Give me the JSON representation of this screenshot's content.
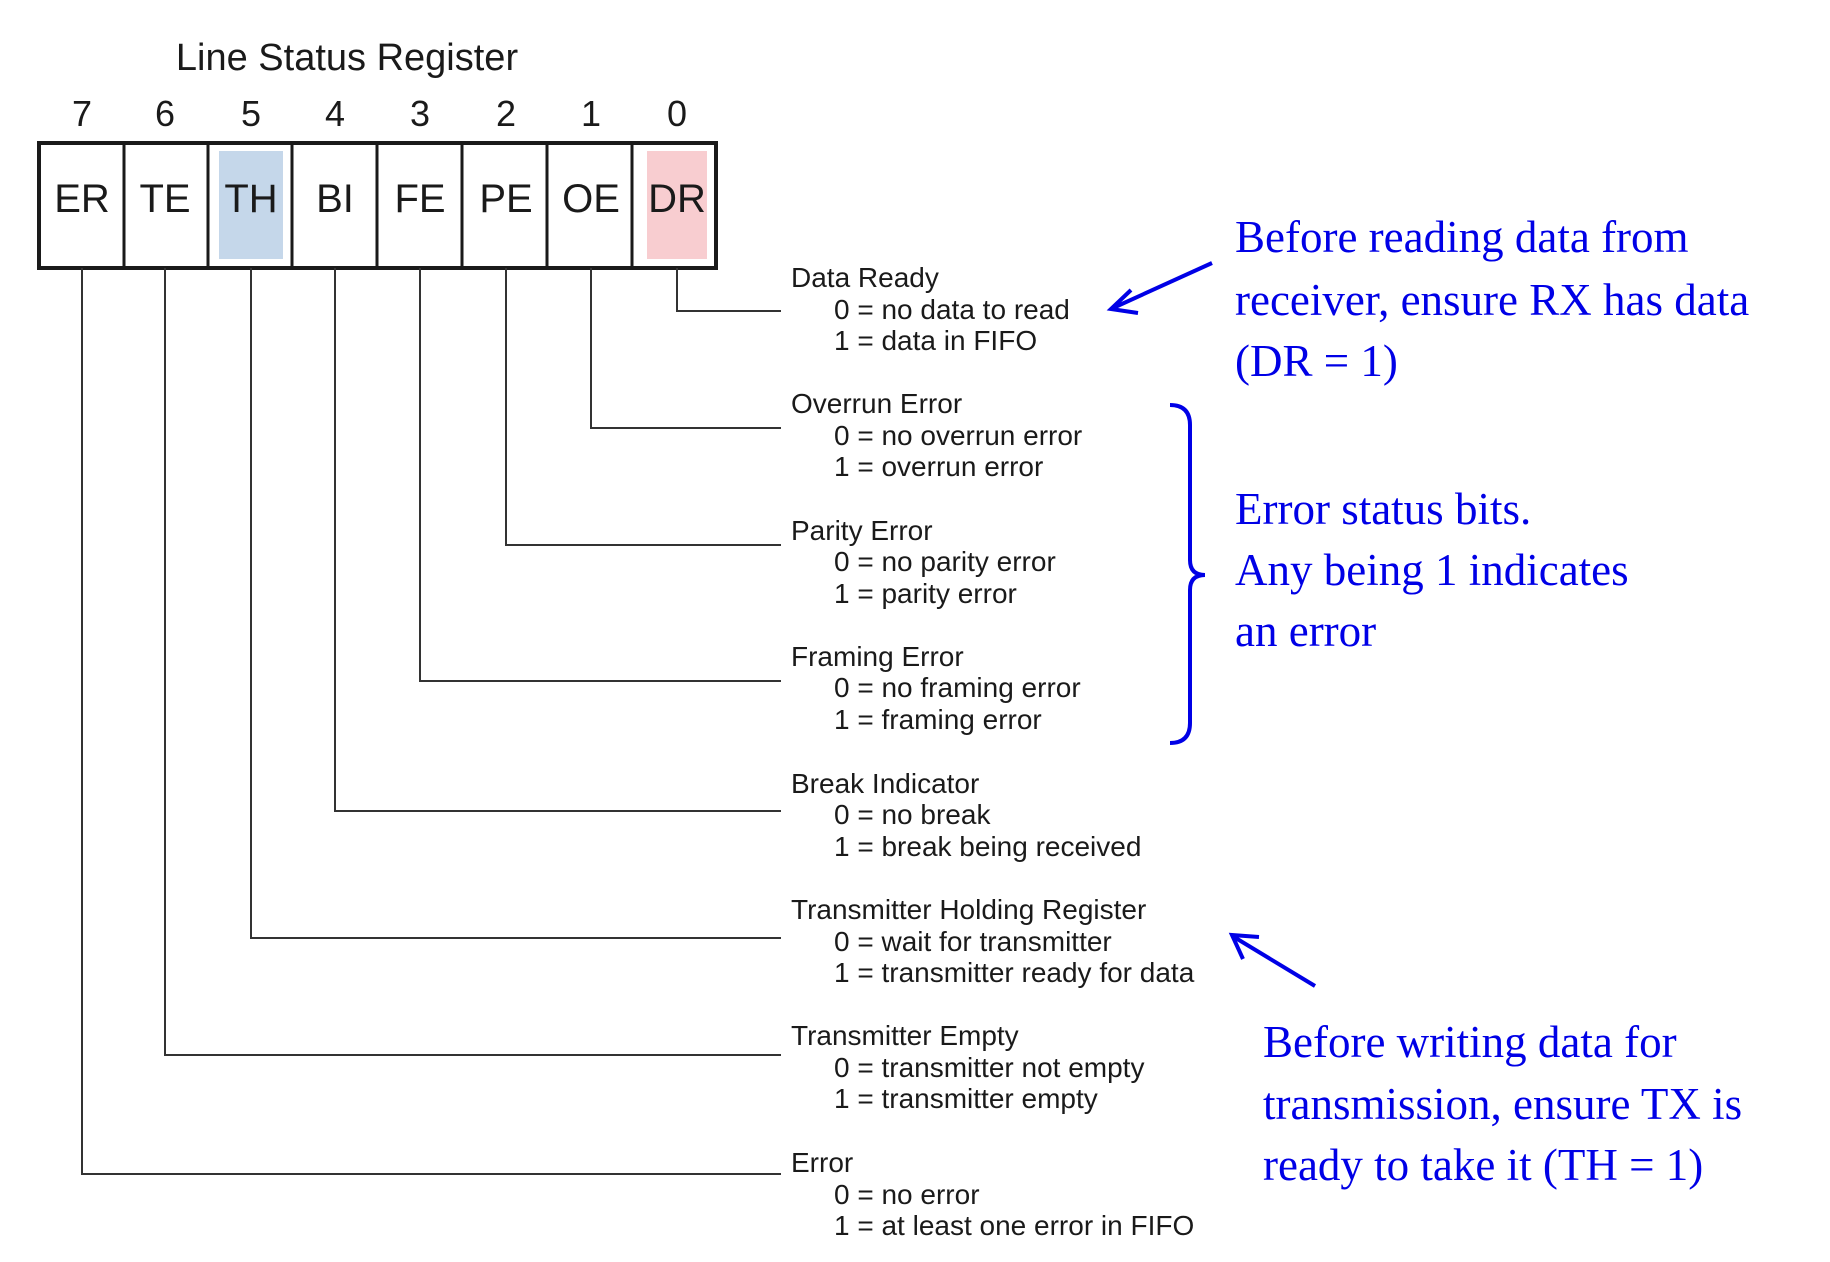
{
  "register": {
    "title": "Line Status Register",
    "bits": [
      {
        "index": "7",
        "code": "ER",
        "highlight": ""
      },
      {
        "index": "6",
        "code": "TE",
        "highlight": ""
      },
      {
        "index": "5",
        "code": "TH",
        "highlight": "#c5d7ea"
      },
      {
        "index": "4",
        "code": "BI",
        "highlight": ""
      },
      {
        "index": "3",
        "code": "FE",
        "highlight": ""
      },
      {
        "index": "2",
        "code": "PE",
        "highlight": ""
      },
      {
        "index": "1",
        "code": "OE",
        "highlight": ""
      },
      {
        "index": "0",
        "code": "DR",
        "highlight": "#f8cdd0"
      }
    ]
  },
  "descriptions": [
    {
      "bit": 0,
      "title": "Data Ready",
      "line0": "0 = no data to read",
      "line1": "1 = data in FIFO"
    },
    {
      "bit": 1,
      "title": "Overrun Error",
      "line0": "0 = no overrun error",
      "line1": "1 = overrun error"
    },
    {
      "bit": 2,
      "title": "Parity Error",
      "line0": "0 = no parity error",
      "line1": "1 = parity error"
    },
    {
      "bit": 3,
      "title": "Framing Error",
      "line0": "0 = no framing error",
      "line1": "1 = framing error"
    },
    {
      "bit": 4,
      "title": "Break Indicator",
      "line0": "0 = no break",
      "line1": "1 = break being received"
    },
    {
      "bit": 5,
      "title": "Transmitter Holding Register",
      "line0": "0 = wait for transmitter",
      "line1": "1 = transmitter ready for data"
    },
    {
      "bit": 6,
      "title": "Transmitter Empty",
      "line0": "0 = transmitter not empty",
      "line1": "1 = transmitter empty"
    },
    {
      "bit": 7,
      "title": "Error",
      "line0": "0 = no error",
      "line1": "1 = at least one error in FIFO"
    }
  ],
  "annotations": {
    "receive_note": [
      "Before reading data from",
      "receiver, ensure RX has data",
      "(DR = 1)"
    ],
    "error_note": [
      "Error status bits.",
      "Any being 1 indicates",
      "an error"
    ],
    "transmit_note": [
      "Before writing data for",
      "transmission, ensure TX is",
      "ready to take it (TH = 1)"
    ]
  },
  "colors": {
    "annotation": "#0000e6",
    "diagram_text": "#1a1a1a",
    "lines": "#333333"
  }
}
